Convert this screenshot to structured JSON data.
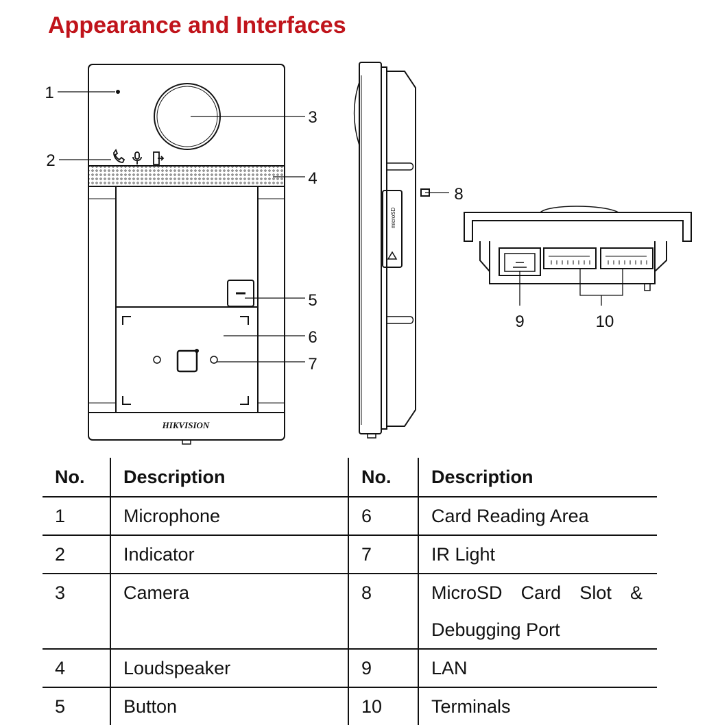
{
  "header": {
    "title": "Appearance and Interfaces"
  },
  "diagram": {
    "callouts": [
      "1",
      "2",
      "3",
      "4",
      "5",
      "6",
      "7",
      "8",
      "9",
      "10"
    ],
    "brand_logo": "HIKVISION",
    "side_label": "microSD"
  },
  "table": {
    "headers": [
      "No.",
      "Description",
      "No.",
      "Description"
    ],
    "rows": [
      {
        "no_left": "1",
        "desc_left": "Microphone",
        "no_right": "6",
        "desc_right": "Card Reading Area"
      },
      {
        "no_left": "2",
        "desc_left": "Indicator",
        "no_right": "7",
        "desc_right": "IR Light"
      },
      {
        "no_left": "3",
        "desc_left": "Camera",
        "no_right": "8",
        "desc_right_line1": "MicroSD Card Slot &",
        "desc_right_line2": "Debugging Port"
      },
      {
        "no_left": "4",
        "desc_left": "Loudspeaker",
        "no_right": "9",
        "desc_right": "LAN"
      },
      {
        "no_left": "5",
        "desc_left": "Button",
        "no_right": "10",
        "desc_right": "Terminals"
      }
    ]
  }
}
